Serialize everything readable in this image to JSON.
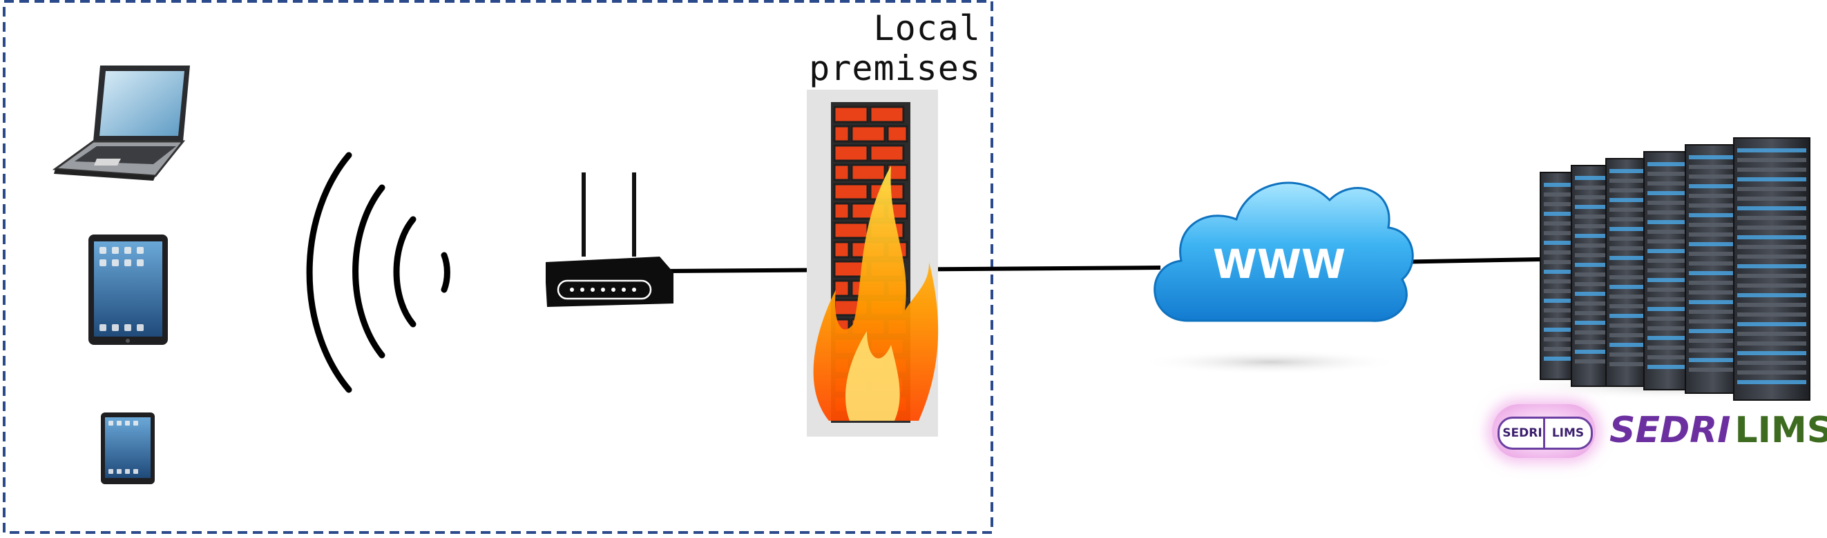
{
  "premises": {
    "label": "Local premises"
  },
  "cloud": {
    "label": "WWW"
  },
  "logo": {
    "badge_left": "SEDRI",
    "badge_right": "LIMS",
    "text_part1": "SEDRI",
    "text_part2": "LIMS"
  },
  "colors": {
    "boundary": "#2b4a8b",
    "cloud_top": "#9fe0ff",
    "cloud_bottom": "#1787d8",
    "brick": "#e8411c",
    "flame": "#ffb000",
    "logo_purple": "#6b2fa0",
    "logo_green": "#3d6b1f"
  },
  "icons": [
    "laptop-icon",
    "tablet-icon",
    "small-tablet-icon",
    "wifi-icon",
    "router-icon",
    "firewall-icon",
    "cloud-icon",
    "server-rack-icon"
  ]
}
